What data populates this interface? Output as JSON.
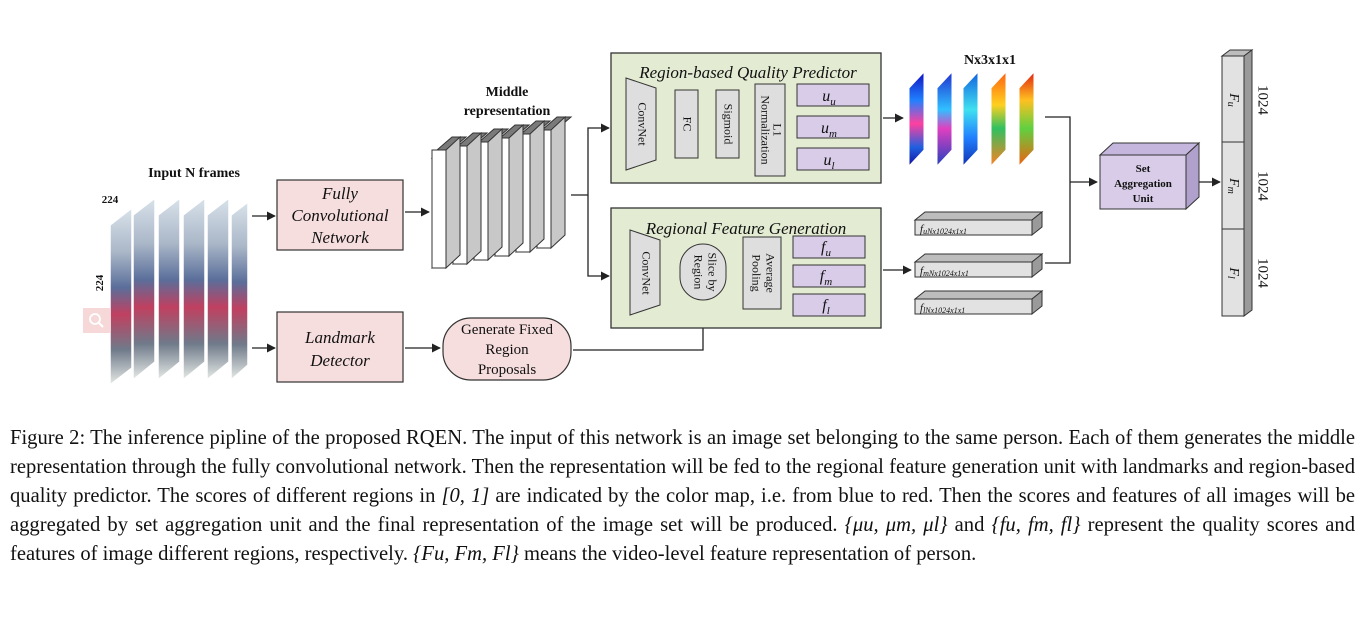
{
  "diagram": {
    "input_title": "Input N frames",
    "input_dim_top": "224",
    "input_dim_side": "224",
    "fcn_lines": [
      "Fully",
      "Convolutional",
      "Network"
    ],
    "landmark_lines": [
      "Landmark",
      "Detector"
    ],
    "proposal_lines": [
      "Generate Fixed",
      "Region",
      "Proposals"
    ],
    "middle_lines": [
      "Middle",
      "representation"
    ],
    "quality_title": "Region-based Quality Predictor",
    "quality_convnet": "ConvNet",
    "quality_fc": "FC",
    "quality_sigmoid": "Sigmoid",
    "quality_l1_lines": [
      "L1",
      "Normalization"
    ],
    "quality_scores": {
      "upper": "u",
      "upper_sub": "u",
      "middle": "u",
      "middle_sub": "m",
      "lower": "u",
      "lower_sub": "l"
    },
    "feature_title": "Regional Feature Generation",
    "feature_convnet": "ConvNet",
    "feature_slice_lines": [
      "Slice by",
      "Region"
    ],
    "feature_pool_lines": [
      "Average",
      "Pooling"
    ],
    "feature_outputs": {
      "upper": "f",
      "upper_sub": "u",
      "middle": "f",
      "middle_sub": "m",
      "lower": "f",
      "lower_sub": "l"
    },
    "scoremap_label": "Nx3x1x1",
    "feature_maps": [
      {
        "main": "f",
        "sub": "u",
        "dims": "Nx1024x1x1"
      },
      {
        "main": "f",
        "sub": "m",
        "dims": "Nx1024x1x1"
      },
      {
        "main": "f",
        "sub": "l",
        "dims": "Nx1024x1x1"
      }
    ],
    "set_agg_lines": [
      "Set",
      "Aggregation",
      "Unit"
    ],
    "final_features": [
      {
        "main": "F",
        "sub": "u",
        "dim": "1024"
      },
      {
        "main": "F",
        "sub": "m",
        "dim": "1024"
      },
      {
        "main": "F",
        "sub": "l",
        "dim": "1024"
      }
    ],
    "colors": {
      "fcn_fill": "#f7dede",
      "green_fill": "#e3ecd3",
      "purple_fill": "#d8cce8",
      "gray_fill": "#e2e2e2",
      "set_fill": "#d8cce8"
    }
  },
  "caption": {
    "p1": "Figure 2: The inference pipline of the proposed RQEN. The input of this network is an image set belonging to the same person. Each of them generates the middle representation through the fully convolutional network. Then the representation will be fed to the regional feature generation unit with landmarks and region-based quality predictor. The scores of different regions in ",
    "interval": "[0, 1]",
    "p2": " are indicated by the color map, i.e. from blue to red. Then the scores and features of all images will be aggregated by set aggregation unit and the final representation of the image set will be produced. ",
    "mu_set": "{μu, μm, μl}",
    "p3": " and ",
    "f_set": "{fu, fm, fl}",
    "p4": " represent the quality scores and features of image different regions, respectively. ",
    "F_set": "{Fu, Fm, Fl}",
    "p5": " means the video-level feature representation of person."
  }
}
